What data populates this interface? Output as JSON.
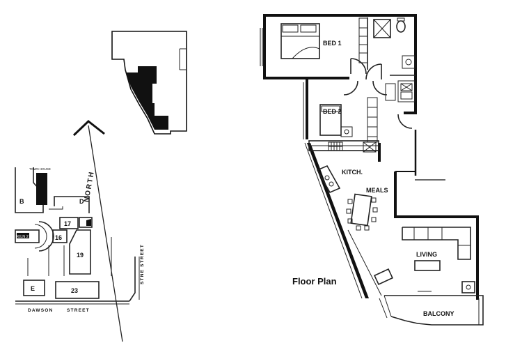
{
  "rooms": {
    "bed1": "BED 1",
    "bed2": "BED 2",
    "kitchen": "KITCH.",
    "meals": "MEALS",
    "living": "LIVING",
    "balcony": "BALCONY"
  },
  "plan_title": "Floor Plan",
  "north_label": "NORTH",
  "site_map": {
    "blocks": {
      "b": "B",
      "d": "D",
      "e": "E",
      "b16": "16",
      "b17": "17",
      "b19": "19",
      "b23": "23",
      "kiln": "KILN 2",
      "town_house": "TOWN HOUSE"
    },
    "streets": {
      "dawson": "DAWSON",
      "street": "STREET",
      "side": "STNE STREET"
    }
  }
}
